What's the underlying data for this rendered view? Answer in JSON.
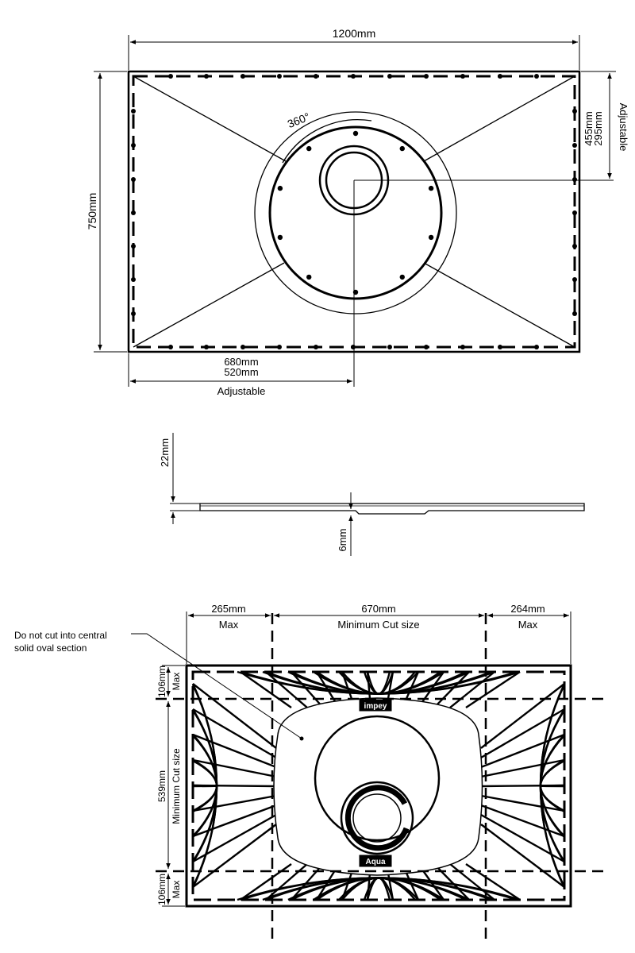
{
  "top_view": {
    "width_label": "1200mm",
    "height_label": "750mm",
    "rotation_label": "360°",
    "right_dim_upper": "455mm",
    "right_dim_lower": "295mm",
    "right_adjustable": "Adjustable",
    "bottom_dim_upper": "680mm",
    "bottom_dim_lower": "520mm",
    "bottom_adjustable": "Adjustable"
  },
  "side_view": {
    "thickness_label": "22mm",
    "offset_label": "6mm"
  },
  "cut_view": {
    "note_line1": "Do not cut into central",
    "note_line2": "solid oval section",
    "left_width": "265mm",
    "left_sub": "Max",
    "center_width": "670mm",
    "center_sub": "Minimum Cut size",
    "right_width": "264mm",
    "right_sub": "Max",
    "top_height": "106mm",
    "top_sub": "Max",
    "middle_height": "539mm",
    "middle_sub": "Minimum Cut size",
    "bottom_height": "106mm",
    "bottom_sub": "Max",
    "brand_top": "impey",
    "brand_bottom": "Aqua"
  },
  "colors": {
    "line": "#000000",
    "background": "#ffffff"
  }
}
